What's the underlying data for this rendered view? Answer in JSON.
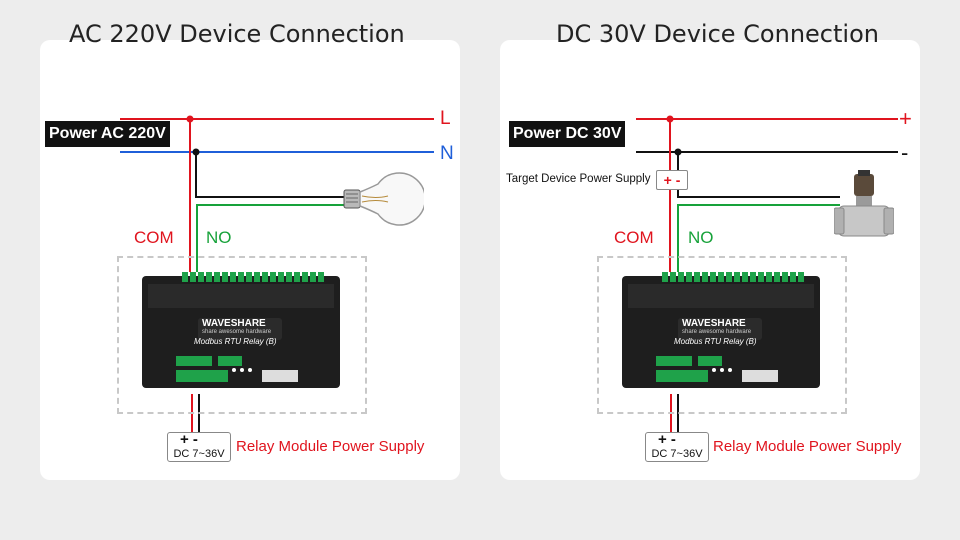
{
  "ac": {
    "title": "AC 220V Device Connection",
    "source_label": "Power AC 220V",
    "line_label": "L",
    "neutral_label": "N",
    "com_label": "COM",
    "no_label": "NO",
    "module_brand": "WAVESHARE",
    "module_tagline": "share awesome hardware",
    "module_name": "Modbus RTU Relay (B)",
    "supply_polarity": "+ -",
    "supply_range": "DC 7~36V",
    "supply_label": "Relay Module Power Supply"
  },
  "dc": {
    "title": "DC 30V Device Connection",
    "source_label": "Power DC 30V",
    "plus_label": "+",
    "minus_label": "-",
    "target_label": "Target Device Power Supply",
    "target_polarity": "+ -",
    "com_label": "COM",
    "no_label": "NO",
    "module_brand": "WAVESHARE",
    "module_tagline": "share awesome hardware",
    "module_name": "Modbus RTU Relay (B)",
    "supply_polarity": "+ -",
    "supply_range": "DC 7~36V",
    "supply_label": "Relay Module Power Supply"
  },
  "colors": {
    "live": "#e0141e",
    "neutral": "#1f5fd9",
    "no": "#17a23a",
    "wire": "#111111"
  },
  "icons": {
    "ac_load": "light-bulb-icon",
    "dc_load": "solenoid-valve-icon"
  }
}
